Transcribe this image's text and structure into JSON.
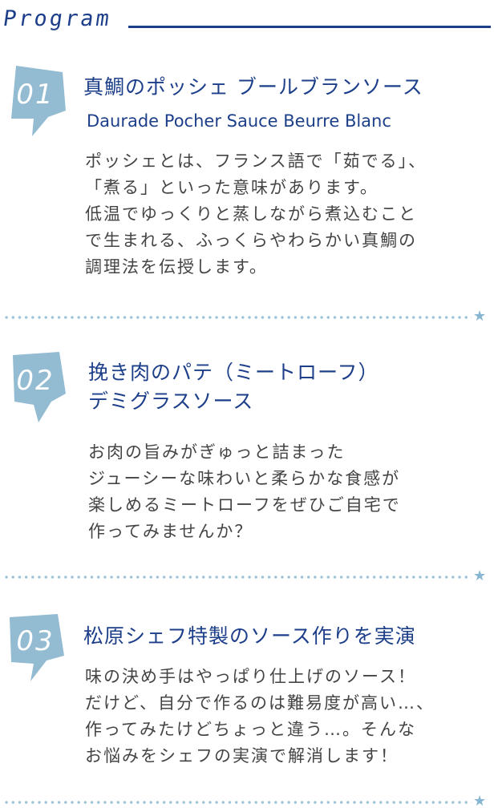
{
  "header": {
    "title": "Program"
  },
  "colors": {
    "accent": "#1d3f8a",
    "badge": "#93bbd2",
    "dots": "#9cc3d8"
  },
  "sections": [
    {
      "number": "01",
      "title_lines": [
        "真鯛のポッシェ ブールブランソース"
      ],
      "subtitle": "Daurade Pocher Sauce Beurre Blanc",
      "body_lines": [
        "ポッシェとは、フランス語で「茹でる」、",
        "「煮る」といった意味があります。",
        "低温でゆっくりと蒸しながら煮込むこと",
        "で生まれる、ふっくらやわらかい真鯛の",
        "調理法を伝授します。"
      ]
    },
    {
      "number": "02",
      "title_lines": [
        "挽き肉のパテ（ミートローフ）",
        "デミグラスソース"
      ],
      "subtitle": "",
      "body_lines": [
        "お肉の旨みがぎゅっと詰まった",
        "ジューシーな味わいと柔らかな食感が",
        "楽しめるミートローフをぜひご自宅で",
        "作ってみませんか？"
      ]
    },
    {
      "number": "03",
      "title_lines": [
        "松原シェフ特製のソース作りを実演"
      ],
      "subtitle": "",
      "body_lines": [
        "味の決め手はやっぱり仕上げのソース！",
        "だけど、自分で作るのは難易度が高い…、",
        "作ってみたけどちょっと違う…。そんな",
        "お悩みをシェフの実演で解消します！"
      ]
    }
  ]
}
